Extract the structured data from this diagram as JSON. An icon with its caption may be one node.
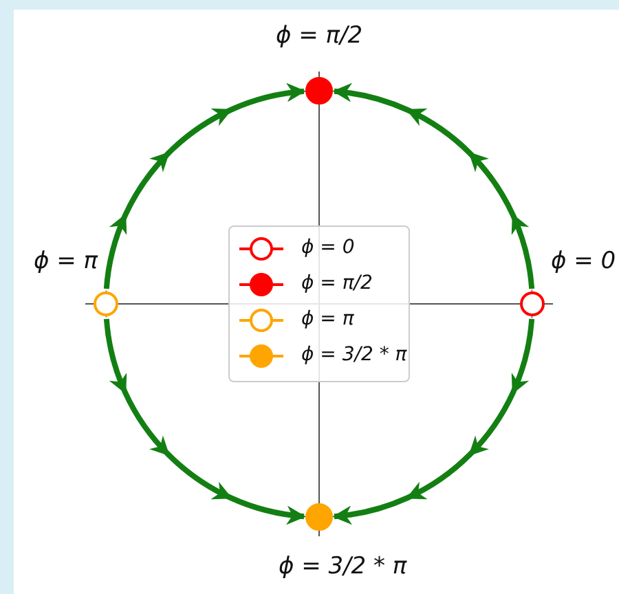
{
  "diagram": {
    "nodes": [
      {
        "text": [],
        "shape": "circle",
        "beside": [
          "ϕ = π/2"
        ]
      },
      {
        "text": [],
        "shape": "circle",
        "beside": [
          "ϕ = π"
        ]
      },
      {
        "text": [],
        "shape": "circle",
        "beside": [
          "ϕ = 0"
        ]
      },
      {
        "text": [],
        "shape": "circle",
        "beside": [
          "ϕ = 3/2 * π"
        ]
      }
    ],
    "edges": [
      {
        "from": 2,
        "to": 0,
        "arrow": "to"
      },
      {
        "from": 1,
        "to": 0,
        "arrow": "to"
      },
      {
        "from": 2,
        "to": 3,
        "arrow": "to"
      },
      {
        "from": 1,
        "to": 3,
        "arrow": "to"
      }
    ],
    "legend": [
      {
        "text": "ϕ = 0"
      },
      {
        "text": "ϕ = π/2"
      },
      {
        "text": "ϕ = π"
      },
      {
        "text": "ϕ = 3/2 * π"
      }
    ]
  }
}
